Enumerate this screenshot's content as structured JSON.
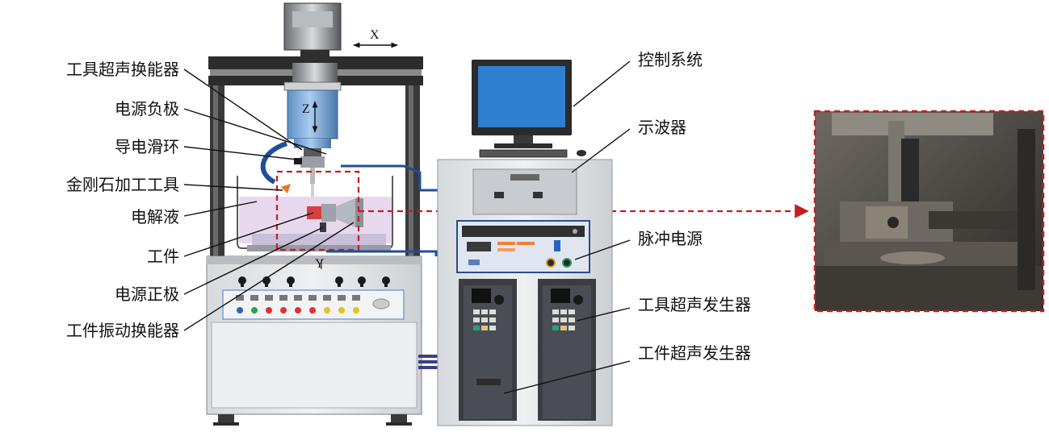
{
  "labels_left": [
    "工具超声换能器",
    "电源负极",
    "导电滑环",
    "金刚石加工工具",
    "电解液",
    "工件",
    "电源正极",
    "工件振动换能器"
  ],
  "labels_right": [
    "控制系统",
    "示波器",
    "脉冲电源",
    "工具超声发生器",
    "工件超声发生器"
  ],
  "axes": {
    "x": "X",
    "y": "Y",
    "z": "Z"
  },
  "colors": {
    "frame": "#3a3a3a",
    "spindle_blue": "#7fb0dc",
    "electrolyte": "#e6d4ec",
    "wire_blue": "#1e4f9a",
    "highlight_red": "#c41e1e",
    "cabinet": "#e4e6e8",
    "generator_dark": "#3a3d42",
    "monitor_screen": "#2f7fd1"
  },
  "inset": {
    "content": "photo of ultrasonic electrochemical machining setup (close-up)"
  }
}
